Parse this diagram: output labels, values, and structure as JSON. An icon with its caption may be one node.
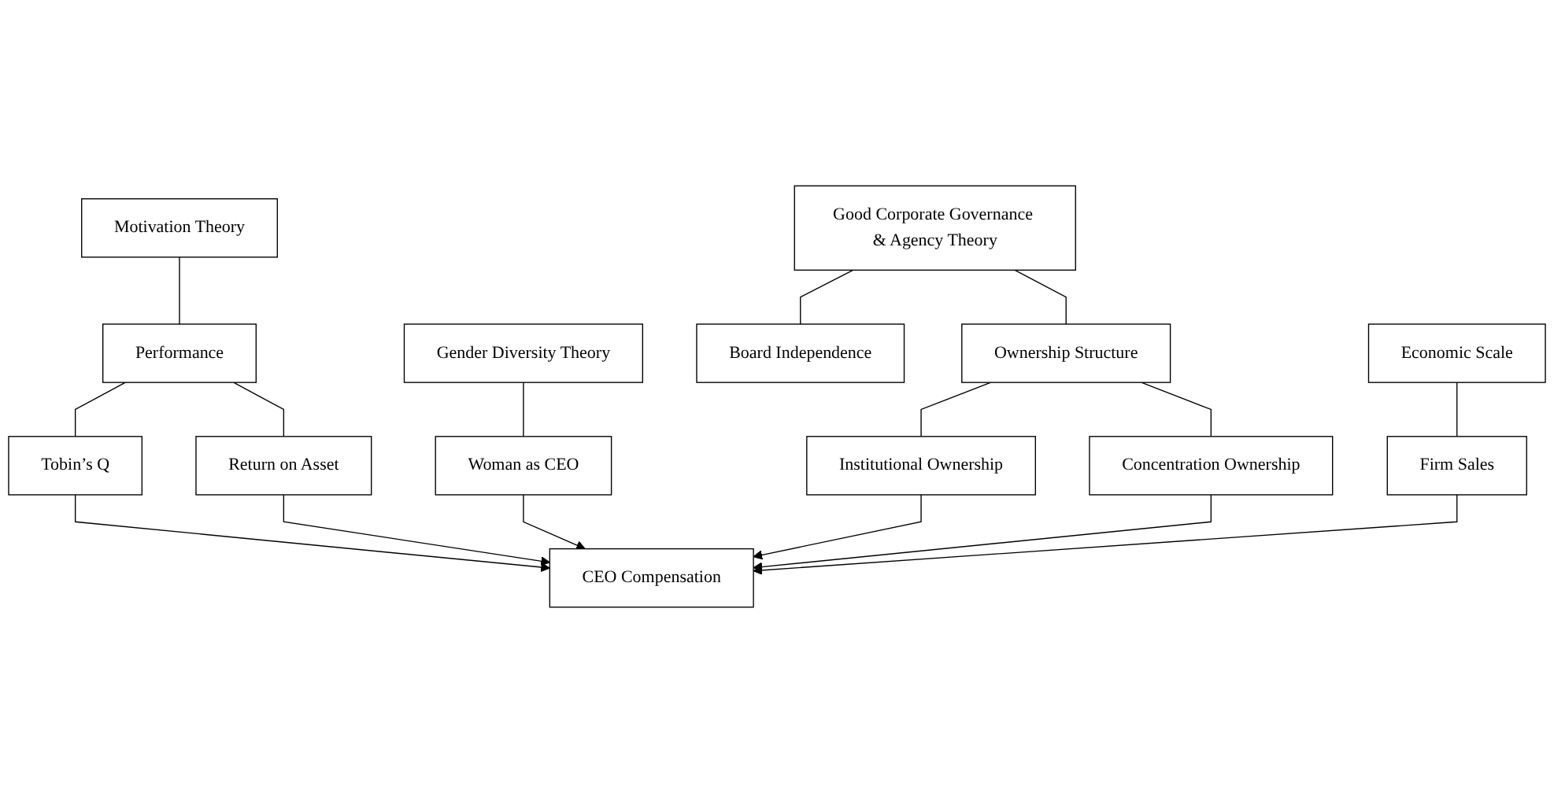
{
  "diagram": {
    "nodes": [
      {
        "text": [
          "Motivation Theory"
        ]
      },
      {
        "text": [
          "Performance"
        ]
      },
      {
        "text": [
          "Tobin’s Q"
        ]
      },
      {
        "text": [
          "Return on Asset"
        ]
      },
      {
        "text": [
          "Gender Diversity Theory"
        ]
      },
      {
        "text": [
          "Woman as CEO"
        ]
      },
      {
        "text": [
          "Good Corporate Governance & Agency Theory"
        ]
      },
      {
        "text": [
          "Board Independence"
        ]
      },
      {
        "text": [
          "Ownership Structure"
        ]
      },
      {
        "text": [
          "Institutional Ownership"
        ]
      },
      {
        "text": [
          "Concentration Ownership"
        ]
      },
      {
        "text": [
          "Economic Scale"
        ]
      },
      {
        "text": [
          "Firm Sales"
        ]
      },
      {
        "text": [
          "CEO Compensation"
        ]
      }
    ],
    "edges": [
      {
        "from": 0,
        "to": 1,
        "arrow": "none"
      },
      {
        "from": 1,
        "to": 2,
        "arrow": "none"
      },
      {
        "from": 1,
        "to": 3,
        "arrow": "none"
      },
      {
        "from": 4,
        "to": 5,
        "arrow": "none"
      },
      {
        "from": 6,
        "to": 7,
        "arrow": "none"
      },
      {
        "from": 6,
        "to": 8,
        "arrow": "none"
      },
      {
        "from": 8,
        "to": 9,
        "arrow": "none"
      },
      {
        "from": 8,
        "to": 10,
        "arrow": "none"
      },
      {
        "from": 11,
        "to": 12,
        "arrow": "none"
      },
      {
        "from": 2,
        "to": 13,
        "arrow": "to"
      },
      {
        "from": 3,
        "to": 13,
        "arrow": "to"
      },
      {
        "from": 5,
        "to": 13,
        "arrow": "to"
      },
      {
        "from": 9,
        "to": 13,
        "arrow": "to"
      },
      {
        "from": 10,
        "to": 13,
        "arrow": "to"
      },
      {
        "from": 12,
        "to": 13,
        "arrow": "to"
      }
    ]
  }
}
